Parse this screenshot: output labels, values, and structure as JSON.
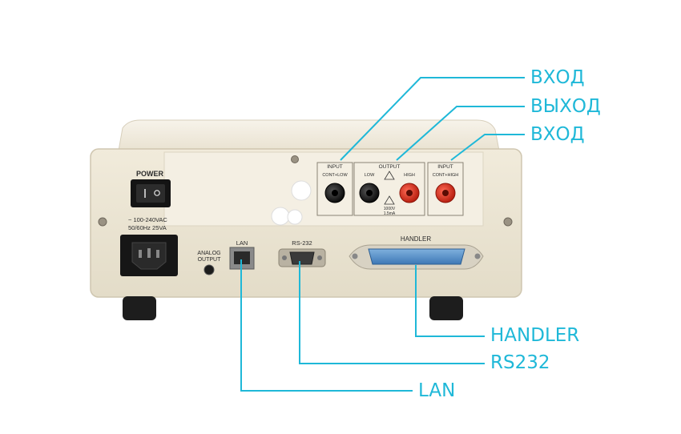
{
  "colors": {
    "callout": "#1fb8d8",
    "chassis": "#ece5d3",
    "panel": "#f3eee0",
    "red_terminal": "#d8301f",
    "black_terminal": "#1a1a1a"
  },
  "callouts": {
    "input_top": "ВХОД",
    "output": "ВЫХОД",
    "input_right": "ВХОД",
    "handler": "HANDLER",
    "rs232": "RS232",
    "lan": "LAN"
  },
  "panel": {
    "power": "POWER",
    "mains_line1": "~ 100-240VAC",
    "mains_line2": "50/60Hz 25VA",
    "analog_line1": "ANALOG",
    "analog_line2": "OUTPUT",
    "lan": "LAN",
    "rs232": "RS-232",
    "handler": "HANDLER",
    "input_left_title": "INPUT",
    "input_left_sub": "CONT+LOW",
    "output_title": "OUTPUT",
    "output_low": "LOW",
    "output_high": "HIGH",
    "output_rating1": "1000V",
    "output_rating2": "1.5mA",
    "input_right_title": "INPUT",
    "input_right_sub": "CONT+HIGH"
  }
}
